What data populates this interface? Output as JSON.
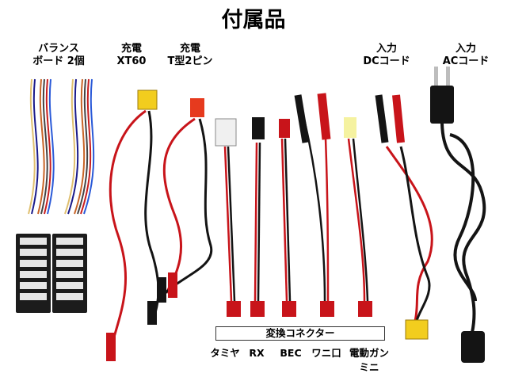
{
  "title": "付属品",
  "items": [
    {
      "line1": "バランス",
      "line2": "ボード 2個"
    },
    {
      "line1": "充電",
      "line2": "XT60"
    },
    {
      "line1": "充電",
      "line2": "T型2ピン"
    },
    {
      "line1": "入力",
      "line2": "DCコード"
    },
    {
      "line1": "入力",
      "line2": "ACコード"
    }
  ],
  "converter": {
    "label": "変換コネクター",
    "types": [
      "タミヤ",
      "RX",
      "BEC",
      "ワニ口",
      "電動ガン",
      "ミニ"
    ]
  },
  "colors": {
    "red_wire": "#c8141a",
    "black_wire": "#141414",
    "xt60_yellow": "#f2cd1e",
    "plug": "#e63a1e"
  }
}
